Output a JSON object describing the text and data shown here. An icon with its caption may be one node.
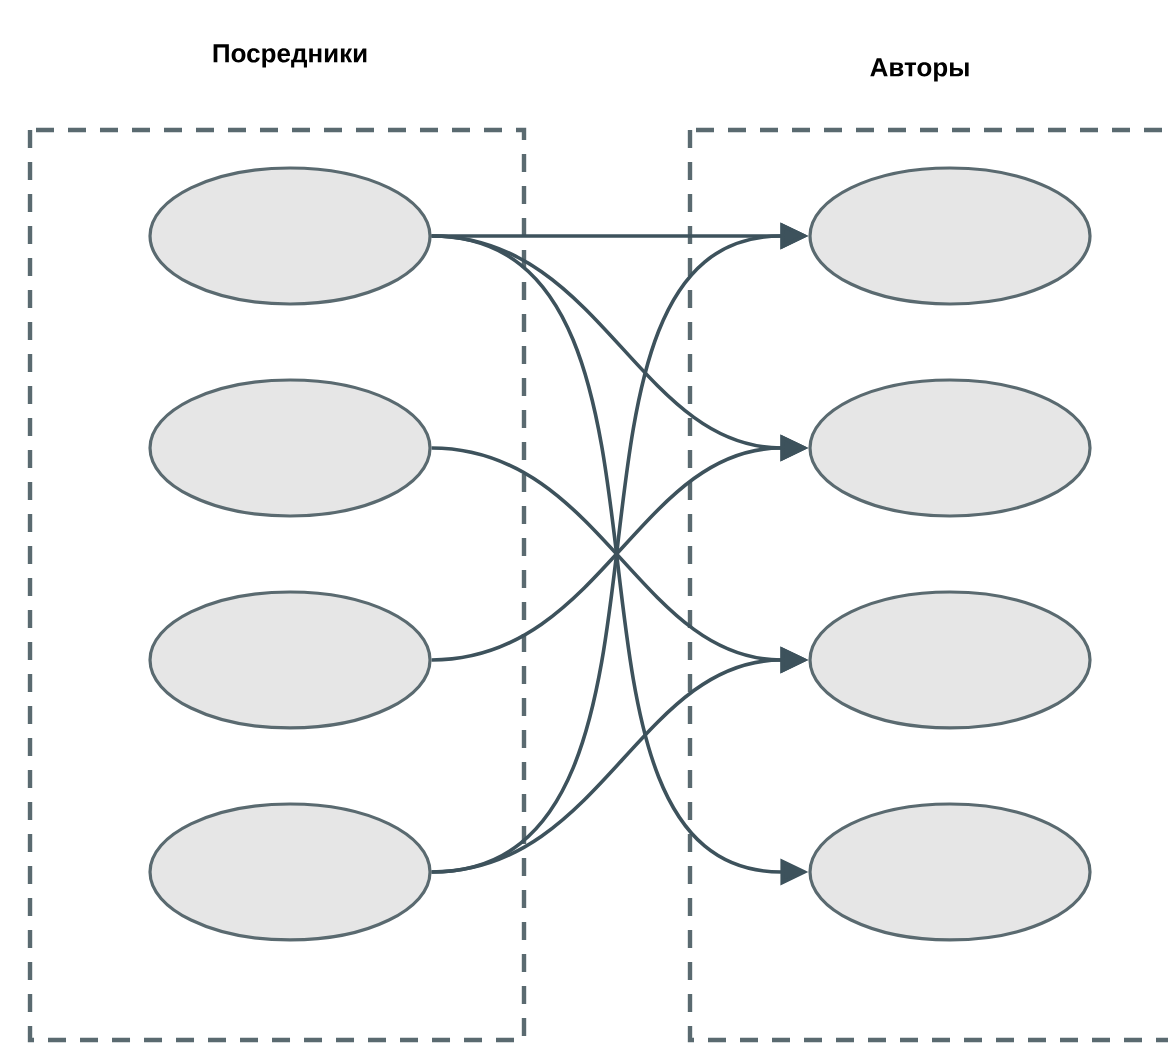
{
  "diagram": {
    "nodes": [
      {
        "text": [
          "Посредники"
        ]
      },
      {
        "text": [],
        "shape": "ellipse",
        "in": 0
      },
      {
        "text": [],
        "shape": "ellipse",
        "in": 0
      },
      {
        "text": [],
        "shape": "ellipse",
        "in": 0
      },
      {
        "text": [],
        "shape": "ellipse",
        "in": 0
      },
      {
        "text": [
          "Авторы"
        ]
      },
      {
        "text": [],
        "shape": "ellipse",
        "in": 5
      },
      {
        "text": [],
        "shape": "ellipse",
        "in": 5
      },
      {
        "text": [],
        "shape": "ellipse",
        "in": 5
      },
      {
        "text": [],
        "shape": "ellipse",
        "in": 5
      }
    ],
    "edges": [
      {
        "from": 1,
        "to": 6,
        "arrow": "to"
      },
      {
        "from": 1,
        "to": 7,
        "arrow": "to"
      },
      {
        "from": 1,
        "to": 9,
        "arrow": "to"
      },
      {
        "from": 2,
        "to": 8,
        "arrow": "to"
      },
      {
        "from": 3,
        "to": 7,
        "arrow": "to"
      },
      {
        "from": 4,
        "to": 6,
        "arrow": "to"
      },
      {
        "from": 4,
        "to": 8,
        "arrow": "to"
      }
    ]
  }
}
